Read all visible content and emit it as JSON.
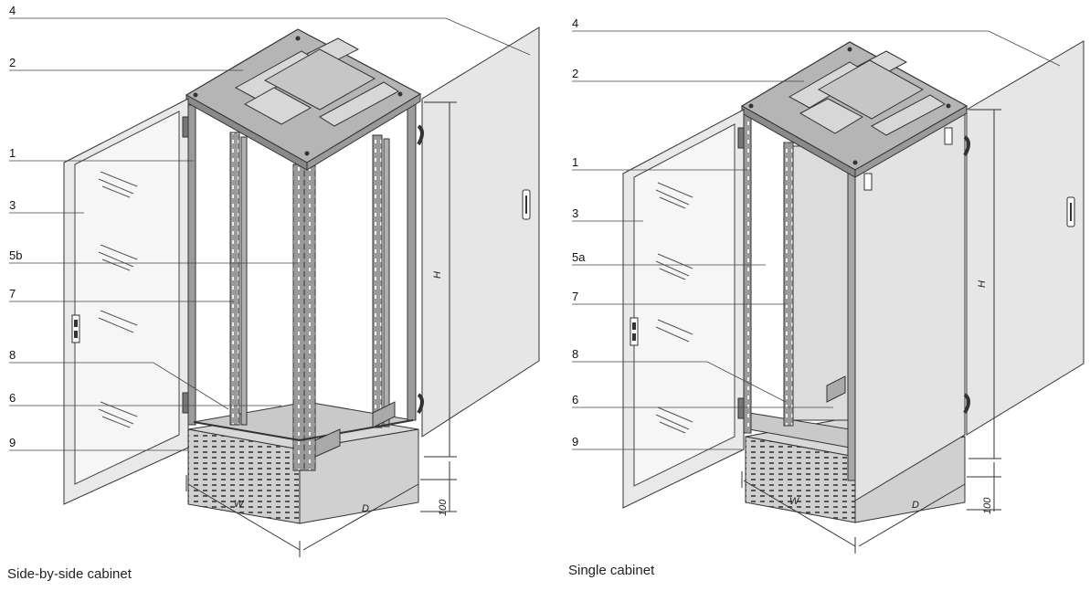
{
  "figures": [
    {
      "id": "side-by-side",
      "caption": "Side-by-side cabinet",
      "callouts": [
        "4",
        "2",
        "1",
        "3",
        "5b",
        "7",
        "8",
        "6",
        "9"
      ],
      "dimensions": {
        "height": "H",
        "width": "W",
        "depth": "D",
        "plinth": "100"
      }
    },
    {
      "id": "single",
      "caption": "Single cabinet",
      "callouts": [
        "4",
        "2",
        "1",
        "3",
        "5a",
        "7",
        "8",
        "6",
        "9"
      ],
      "dimensions": {
        "height": "H",
        "width": "W",
        "depth": "D",
        "plinth": "100"
      }
    }
  ],
  "colors": {
    "line": "#333333",
    "frame": "#8c8c8c",
    "door_panel": "#e6e6e6",
    "roof": "#b5b5b5",
    "plinth": "#d0d0d0",
    "glass": "#f4f4f4"
  }
}
